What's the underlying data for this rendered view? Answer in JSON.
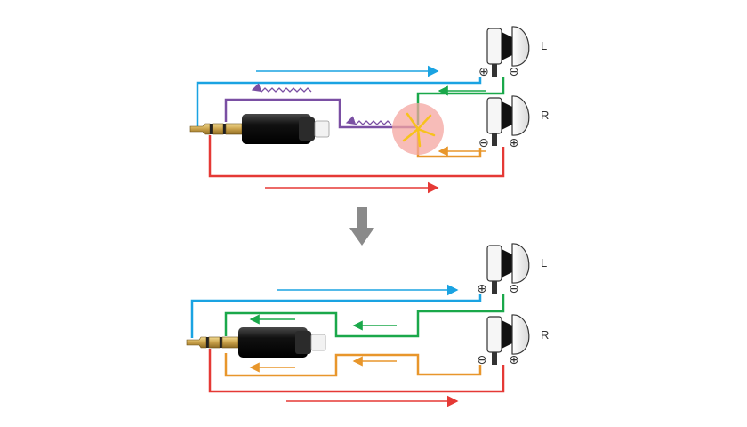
{
  "colors": {
    "blue": "#1aa3e2",
    "red": "#e53935",
    "green": "#1aa84a",
    "orange": "#e8962b",
    "purple": "#7a4fa3",
    "glow": "#f4a6a0",
    "spark": "#f7c21d",
    "down_arrow": "#8a8a8a",
    "plug_body": "#111111",
    "plug_gold": "#c9a14a"
  },
  "labels": {
    "left": "L",
    "right": "R",
    "plus": "⊕",
    "minus": "⊖"
  },
  "panels": [
    {
      "id": "before",
      "state": "crosstalk-short"
    },
    {
      "id": "after",
      "state": "separate-grounds"
    }
  ]
}
